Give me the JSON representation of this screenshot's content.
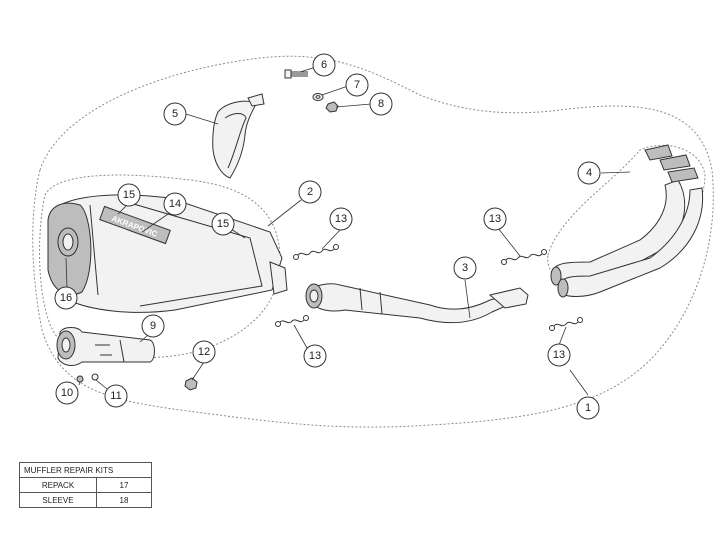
{
  "callouts": [
    {
      "id": "callout-1",
      "label": "1"
    },
    {
      "id": "callout-2",
      "label": "2"
    },
    {
      "id": "callout-3",
      "label": "3"
    },
    {
      "id": "callout-4",
      "label": "4"
    },
    {
      "id": "callout-5",
      "label": "5"
    },
    {
      "id": "callout-6",
      "label": "6"
    },
    {
      "id": "callout-7",
      "label": "7"
    },
    {
      "id": "callout-8",
      "label": "8"
    },
    {
      "id": "callout-9",
      "label": "9"
    },
    {
      "id": "callout-10",
      "label": "10"
    },
    {
      "id": "callout-11",
      "label": "11"
    },
    {
      "id": "callout-12",
      "label": "12"
    },
    {
      "id": "callout-13a",
      "label": "13"
    },
    {
      "id": "callout-13b",
      "label": "13"
    },
    {
      "id": "callout-13c",
      "label": "13"
    },
    {
      "id": "callout-13d",
      "label": "13"
    },
    {
      "id": "callout-14",
      "label": "14"
    },
    {
      "id": "callout-15a",
      "label": "15"
    },
    {
      "id": "callout-15b",
      "label": "15"
    },
    {
      "id": "callout-16",
      "label": "16"
    }
  ],
  "repair_kits": {
    "title": "MUFFLER REPAIR KITS",
    "rows": [
      {
        "name": "REPACK",
        "code": "17"
      },
      {
        "name": "SLEEVE",
        "code": "18"
      }
    ]
  },
  "muffler_logo": "AKRAPOVIC"
}
